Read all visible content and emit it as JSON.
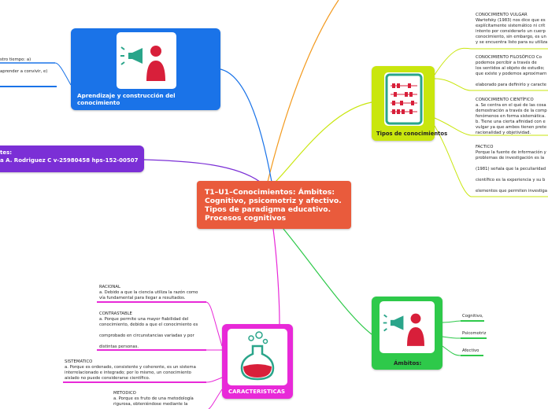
{
  "central": {
    "title": "T1–U1–Conocimientos: Ámbitos: Cognitivo, psicomotriz y afectivo. Tipos de  paradigma educativo. Procesos cognitivos"
  },
  "aprendizaje": {
    "label": "Aprendizaje y construcción del conocimiento",
    "color": "#1a73e8",
    "icon": "megaphone-person-icon",
    "notes": [
      "stro tiempo: a)",
      "aprender a convivir, e)"
    ]
  },
  "estudiante": {
    "label_line1": "tes:",
    "label_line2": "a A. Rodriguez C v-25980458 hps-152-00507",
    "color": "#7b2fd6"
  },
  "tipos": {
    "label": "Tipos de conocimientos",
    "color": "#c9e60e",
    "icon": "abacus-icon",
    "items": [
      {
        "title": "CONOCIMIENTO VULGAR",
        "text": "Wartofsky (1983) nos dice que es\nexplícitamente sistemático ni crít\nintento por considerarlo un cuerp\nconocimiento, sin embargo, es un\ny se encuentra listo para su utiliza"
      },
      {
        "title": "CONOCIMIENTO FILOSÓFICO Co",
        "text": "podemos percibir a través de\nlos sentidos al objeto de estudio;\nque existe y podemos aproximarn\n\nelaborado para definirlo y caracte"
      },
      {
        "title": "CONOCIMIENTO CIENTÍFICO",
        "text": "a. Se centra en el qué de las cosa\ndemostración a través de la comp\nfenómenos en forma sistemática.\nb. Tiene una cierta afinidad con e\nvulgar ya que ambos tienen prete\nracionalidad y objetividad."
      },
      {
        "title": "FACTICO",
        "text": "Porque la fuente de información y\nproblemas de investigación es la\n\n(1981) señala que la peculiaridad\n\ncientífico es la experiencia y su b\n\nelementos que permiten investiga"
      }
    ]
  },
  "ambitos": {
    "label": "Ámbitos:",
    "color": "#2ec94a",
    "icon": "megaphone-person-icon",
    "items": [
      "Cognitivo,",
      "Psicomotriz",
      "Afectivo"
    ]
  },
  "caracteristicas": {
    "label": "CARACTERISTICAS",
    "color": "#e829d8",
    "icon": "flask-icon",
    "items": [
      {
        "text": "RACIONAL\na. Debido a que la ciencia utiliza la razón como\nvía fundamental para llegar a resultados."
      },
      {
        "text": "CONTRASTABLE\na. Porque permite una mayor fiabilidad del\nconocimiento, debido a que el conocimiento es\n\ncomprobado en circunstancias variadas y por\n\ndistintas personas."
      },
      {
        "text": "SISTEMATICO\na. Porque es ordenado, consistente y coherente, es un sistema\ninterrelacionado e integrado; por lo mismo, un conocimiento\naislado no puede considerarse científico."
      },
      {
        "text": "METODICO\na. Porque es fruto de una metodología\nrigurosa, obteniéndose mediante la"
      }
    ]
  }
}
